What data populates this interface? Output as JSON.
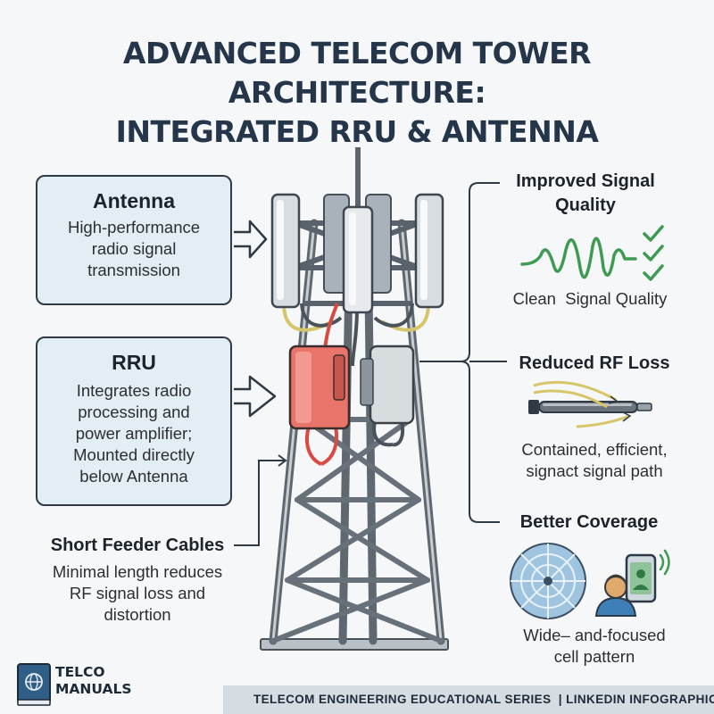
{
  "title": {
    "line1": "ADVANCED TELECOM TOWER ARCHITECTURE:",
    "line2": "INTEGRATED RRU & ANTENNA"
  },
  "antenna": {
    "heading": "Antenna",
    "lines": [
      "High-performance",
      "radio signal",
      "transmission"
    ]
  },
  "rru": {
    "heading": "RRU",
    "lines": [
      "Integrates radio",
      "processing and",
      "power amplifier;",
      "Mounted directly",
      "below Antenna"
    ]
  },
  "feeder": {
    "heading": "Short Feeder Cables",
    "lines": [
      "Minimal length reduces",
      "RF signal loss and",
      "distortion"
    ]
  },
  "benefits": {
    "signal": {
      "heading_lines": [
        "Improved Signal",
        "Quality"
      ],
      "caption": "Clean  Signal Quality"
    },
    "rf": {
      "heading": "Reduced RF Loss",
      "caption_lines": [
        "Contained, efficient,",
        "signact signal path"
      ]
    },
    "coverage": {
      "heading": "Better Coverage",
      "caption_lines": [
        "Wide– and-focused",
        "cell pattern"
      ]
    }
  },
  "logo": {
    "line1": "TELCO",
    "line2": "MANUALS"
  },
  "footer": {
    "text": "TELECOM ENGINEERING EDUCATIONAL SERIES  | LINKEDIN INFOGRAPHIC"
  },
  "colors": {
    "title": "#25364a",
    "box_fill": "#e3edf4",
    "rru_red": "#e8746a",
    "wave_green": "#3f9a52",
    "tower_gray": "#6f7780",
    "cable_yellow": "#d7c56a"
  }
}
